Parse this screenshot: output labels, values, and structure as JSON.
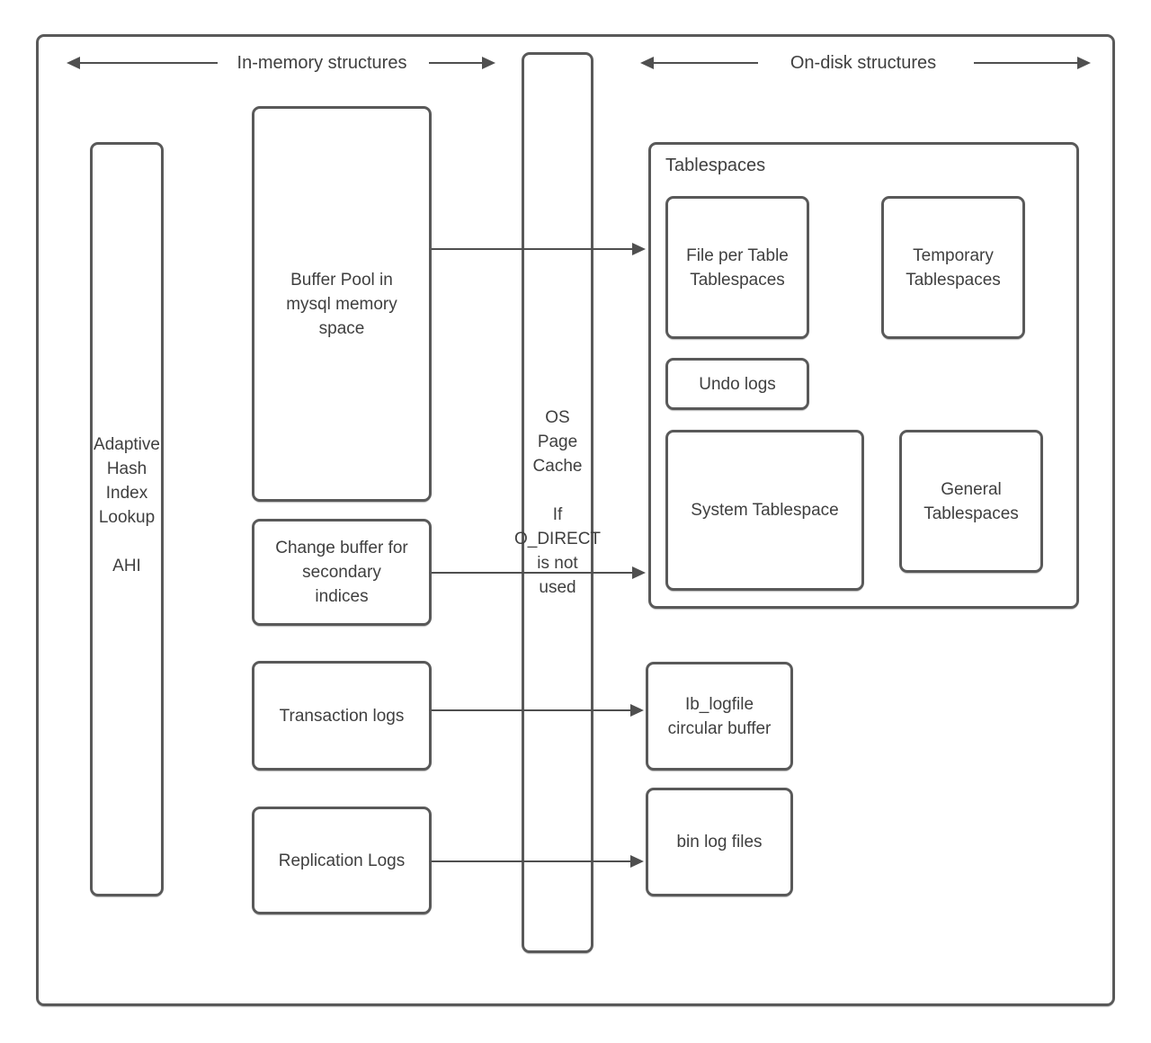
{
  "headers": {
    "in_memory": "In-memory structures",
    "on_disk": "On-disk structures"
  },
  "nodes": {
    "ahi": "Adaptive\nHash\nIndex\nLookup\n\nAHI",
    "buffer_pool": "Buffer Pool in\nmysql memory\nspace",
    "change_buffer": "Change buffer for\nsecondary\nindices",
    "transaction_logs": "Transaction logs",
    "replication_logs": "Replication Logs",
    "os_page_cache": "OS\nPage\nCache\n\nIf\nO_DIRECT\nis not\nused",
    "tablespaces": "Tablespaces",
    "file_per_table": "File per Table\nTablespaces",
    "temporary_tablespaces": "Temporary\nTablespaces",
    "undo_logs": "Undo logs",
    "system_tablespace": "System Tablespace",
    "general_tablespaces": "General\nTablespaces",
    "ib_logfile": "Ib_logfile\ncircular buffer",
    "bin_log_files": "bin log files"
  },
  "colors": {
    "stroke": "#595959",
    "arrow": "#4f4f4f",
    "text": "#3f3f3f",
    "background": "#ffffff"
  }
}
